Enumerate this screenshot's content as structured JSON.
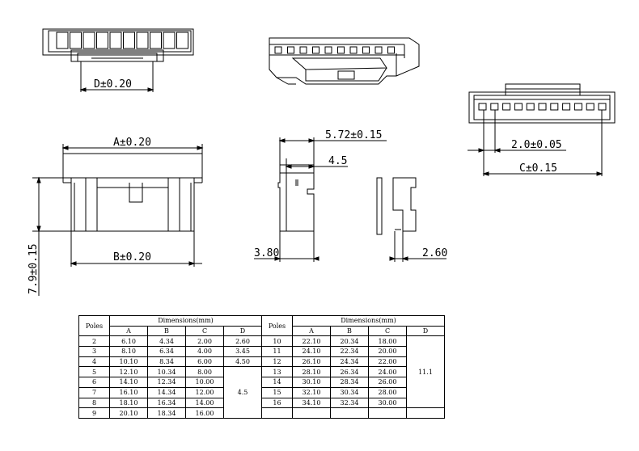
{
  "drawing": {
    "dims": {
      "top_d": "D±0.20",
      "front_a": "A±0.20",
      "front_b": "B±0.20",
      "height": "7.9±0.15",
      "side_572": "5.72±0.15",
      "side_45": "4.5",
      "side_380": "3.80",
      "side_260": "2.60",
      "right_pitch": "2.0±0.05",
      "right_c": "C±0.15"
    }
  },
  "table": {
    "poles_header": "Poles",
    "dimensions_header": "Dimensions(mm)",
    "col_a": "A",
    "col_b": "B",
    "col_c": "C",
    "col_d": "D",
    "left_rows": [
      {
        "poles": "2",
        "a": "6.10",
        "b": "4.34",
        "c": "2.00",
        "d": "2.60"
      },
      {
        "poles": "3",
        "a": "8.10",
        "b": "6.34",
        "c": "4.00",
        "d": "3.45"
      },
      {
        "poles": "4",
        "a": "10.10",
        "b": "8.34",
        "c": "6.00",
        "d": "4.50"
      },
      {
        "poles": "5",
        "a": "12.10",
        "b": "10.34",
        "c": "8.00"
      },
      {
        "poles": "6",
        "a": "14.10",
        "b": "12.34",
        "c": "10.00"
      },
      {
        "poles": "7",
        "a": "16.10",
        "b": "14.34",
        "c": "12.00"
      },
      {
        "poles": "8",
        "a": "18.10",
        "b": "16.34",
        "c": "14.00"
      },
      {
        "poles": "9",
        "a": "20.10",
        "b": "18.34",
        "c": "16.00"
      }
    ],
    "left_d_merged": "4.5",
    "right_rows": [
      {
        "poles": "10",
        "a": "22.10",
        "b": "20.34",
        "c": "18.00"
      },
      {
        "poles": "11",
        "a": "24.10",
        "b": "22.34",
        "c": "20.00"
      },
      {
        "poles": "12",
        "a": "26.10",
        "b": "24.34",
        "c": "22.00"
      },
      {
        "poles": "13",
        "a": "28.10",
        "b": "26.34",
        "c": "24.00"
      },
      {
        "poles": "14",
        "a": "30.10",
        "b": "28.34",
        "c": "26.00"
      },
      {
        "poles": "15",
        "a": "32.10",
        "b": "30.34",
        "c": "28.00"
      },
      {
        "poles": "16",
        "a": "34.10",
        "b": "32.34",
        "c": "30.00"
      }
    ],
    "right_d_merged": "11.1"
  }
}
